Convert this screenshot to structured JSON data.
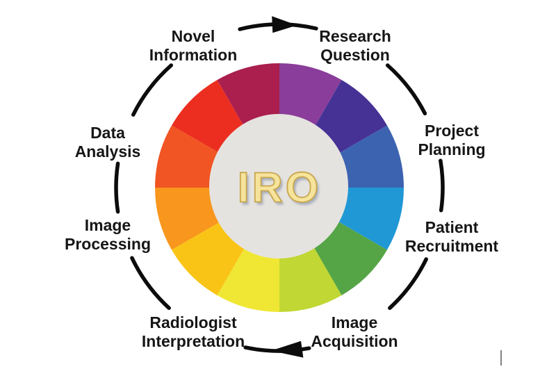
{
  "title": "IRO research cycle diagram",
  "center": {
    "label": "IRO"
  },
  "wheel": {
    "inner_circle_color": "#e5e3e0",
    "segment_colors_clockwise_from_top": [
      "#8a3d9a",
      "#463295",
      "#3c63b0",
      "#2098d5",
      "#55a546",
      "#c1d733",
      "#f0e734",
      "#f9c415",
      "#f8961d",
      "#f15523",
      "#ec2e20",
      "#aa1f4d"
    ]
  },
  "flow": {
    "direction": "clockwise",
    "arrow_color": "#0c0c0c"
  },
  "stages": [
    {
      "id": "research-question",
      "lines": [
        "Research",
        "Question"
      ]
    },
    {
      "id": "project-planning",
      "lines": [
        "Project",
        "Planning"
      ]
    },
    {
      "id": "patient-recruitment",
      "lines": [
        "Patient",
        "Recruitment"
      ]
    },
    {
      "id": "image-acquisition",
      "lines": [
        "Image",
        "Acquisition"
      ]
    },
    {
      "id": "radiologist-interpretation",
      "lines": [
        "Radiologist",
        "Interpretation"
      ]
    },
    {
      "id": "image-processing",
      "lines": [
        "Image",
        "Processing"
      ]
    },
    {
      "id": "data-analysis",
      "lines": [
        "Data",
        "Analysis"
      ]
    },
    {
      "id": "novel-information",
      "lines": [
        "Novel",
        "Information"
      ]
    }
  ]
}
